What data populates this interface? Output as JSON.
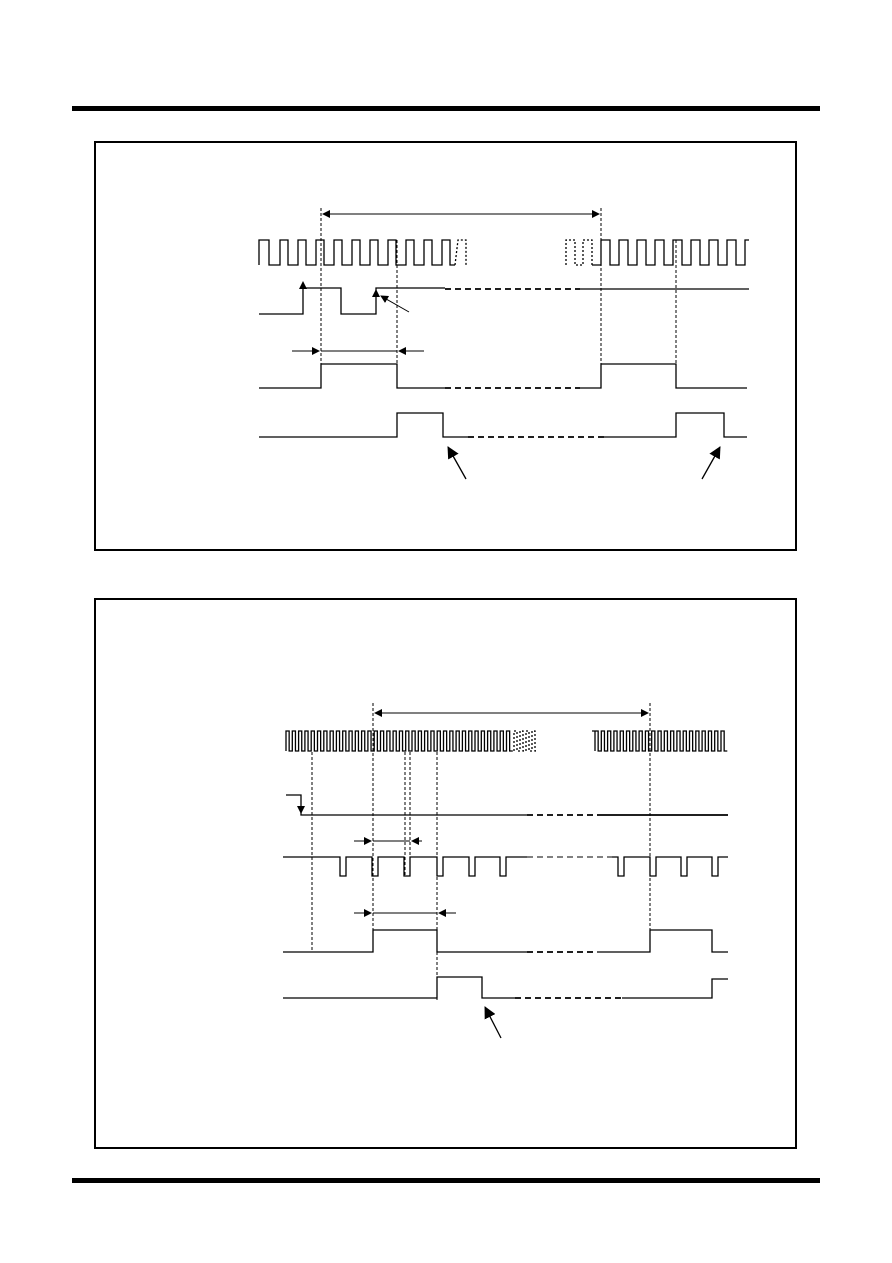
{
  "document": {
    "rules": [
      "top",
      "bottom"
    ],
    "panels": [
      {
        "id": "timing-diagram-1",
        "signals": 4,
        "arrows": [
          "down-left",
          "up-left",
          "up-left",
          "up-right"
        ]
      },
      {
        "id": "timing-diagram-2",
        "signals": 5,
        "arrows": [
          "up-left"
        ]
      }
    ],
    "colors": {
      "ink": "#000000",
      "paper": "#ffffff"
    }
  }
}
